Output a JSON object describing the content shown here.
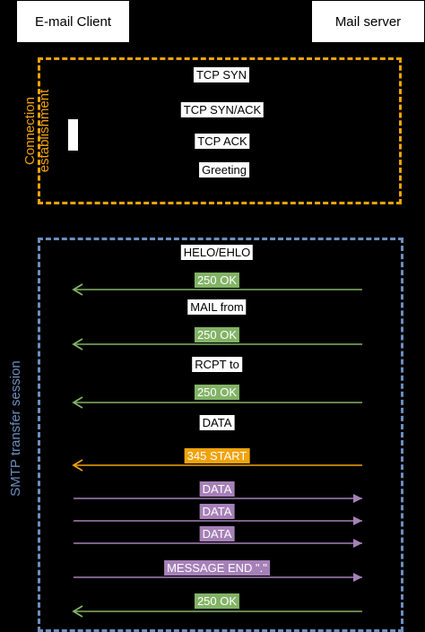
{
  "participants": {
    "client": "E-mail Client",
    "server": "Mail server"
  },
  "sections": {
    "connection": {
      "title": "Connection\nestablishment",
      "color": "#f0a30a"
    },
    "smtp": {
      "title": "SMTP transfer session",
      "color": "#6c8ebf"
    }
  },
  "connection_messages": [
    "TCP SYN",
    "TCP SYN/ACK",
    "TCP ACK",
    "Greeting"
  ],
  "smtp_messages": [
    {
      "text": "HELO/EHLO",
      "style": "white",
      "arrow": "none"
    },
    {
      "text": "250 OK",
      "style": "green",
      "arrow": "left"
    },
    {
      "text": "MAIL from",
      "style": "white",
      "arrow": "none"
    },
    {
      "text": "250 OK",
      "style": "green",
      "arrow": "left"
    },
    {
      "text": "RCPT to",
      "style": "white",
      "arrow": "none"
    },
    {
      "text": "250 OK",
      "style": "green",
      "arrow": "left"
    },
    {
      "text": "DATA",
      "style": "white",
      "arrow": "none"
    },
    {
      "text": "345 START",
      "style": "orange",
      "arrow": "left"
    },
    {
      "text": "DATA",
      "style": "purple",
      "arrow": "right"
    },
    {
      "text": "DATA",
      "style": "purple",
      "arrow": "right"
    },
    {
      "text": "DATA",
      "style": "purple",
      "arrow": "right"
    },
    {
      "text": "MESSAGE END \".\"",
      "style": "purple",
      "arrow": "right"
    },
    {
      "text": "250 OK",
      "style": "green",
      "arrow": "left"
    }
  ],
  "colors": {
    "green": "#82b366",
    "orange": "#f0a30a",
    "purple": "#a680b8"
  }
}
